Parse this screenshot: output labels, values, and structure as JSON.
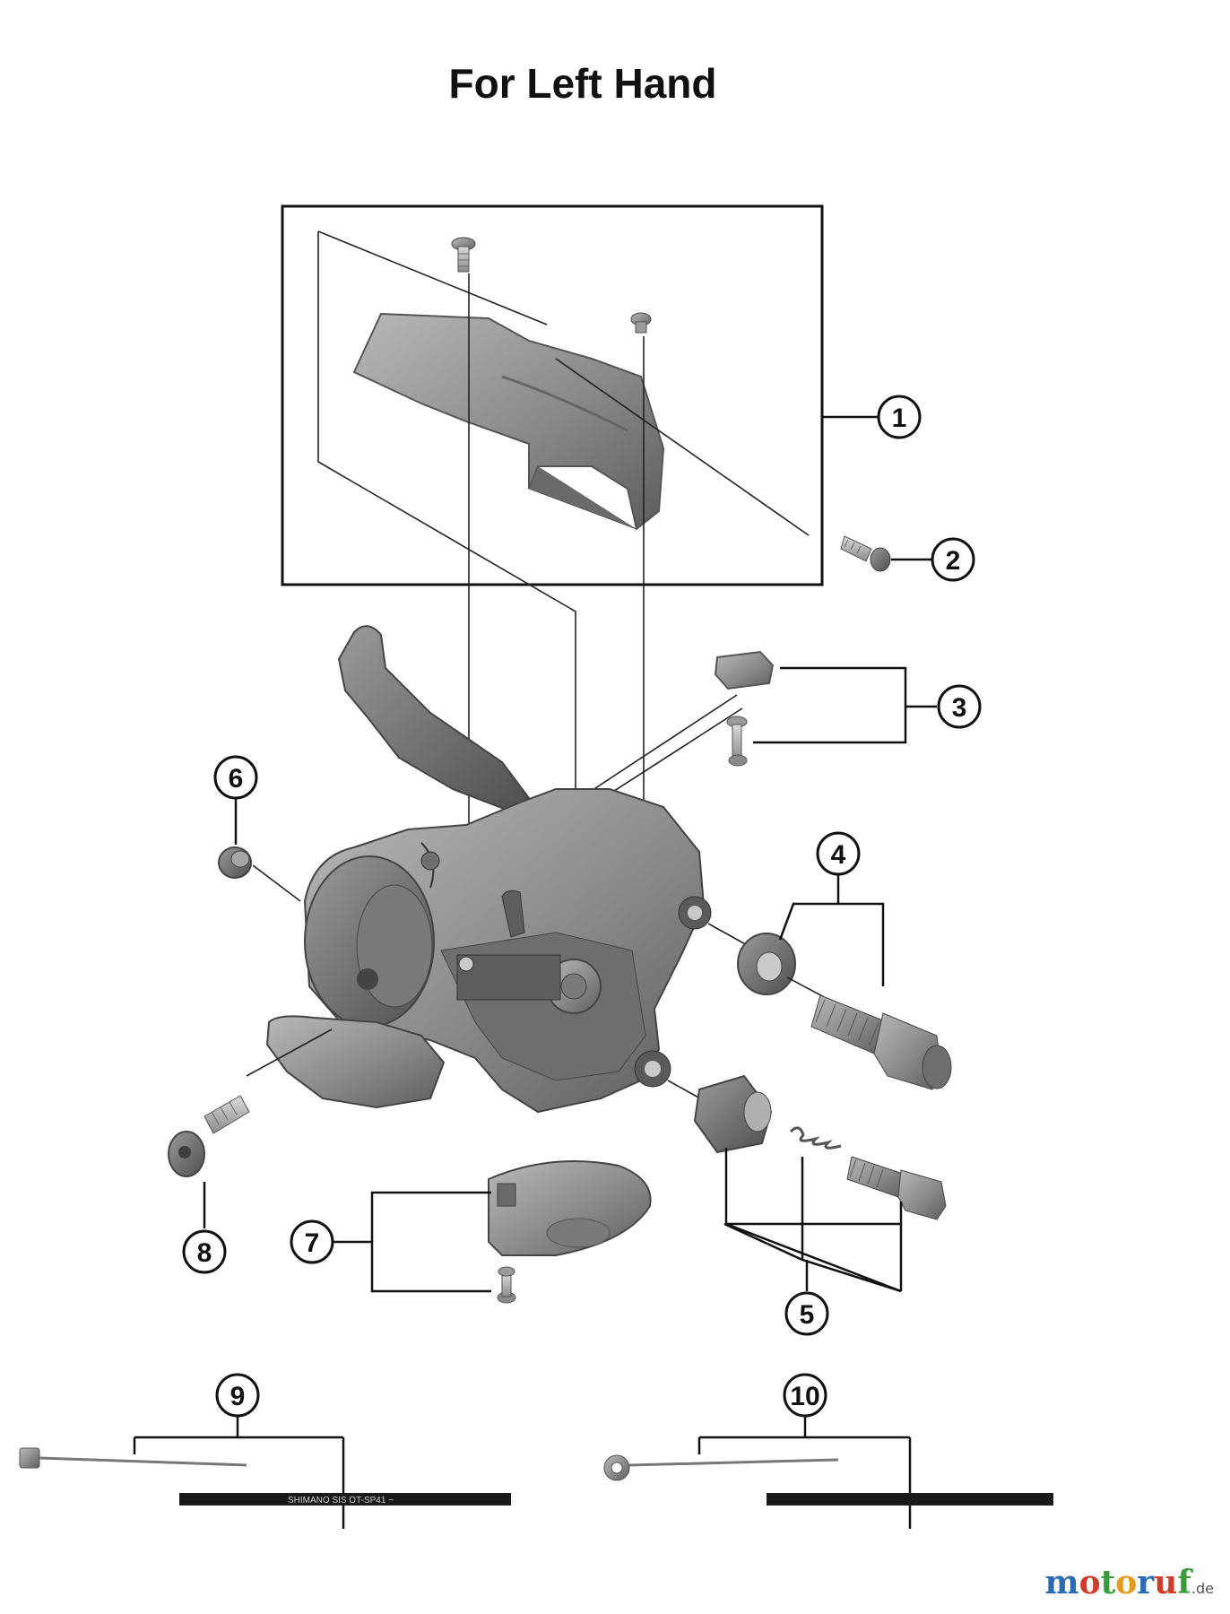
{
  "title": "For Left Hand",
  "callouts": [
    "1",
    "2",
    "3",
    "4",
    "5",
    "6",
    "7",
    "8",
    "9",
    "10"
  ],
  "cable_housing_print": "SHIMANO SIS  OT-SP41 ~",
  "watermark": {
    "m1": "m",
    "o1": "o",
    "t": "t",
    "o2": "o",
    "r": "r",
    "u": "u",
    "f": "f",
    "suffix": ".de"
  },
  "colors": {
    "part_fill": "#8d8d8d",
    "part_dark": "#5e5e5e",
    "part_light": "#b9b9b9",
    "line": "#111111",
    "housing": "#1a1a1a",
    "watermark_blue": "#2a6cb4",
    "watermark_red": "#d23a2a",
    "watermark_green": "#3b9b3b",
    "watermark_orange": "#e49a1c"
  }
}
